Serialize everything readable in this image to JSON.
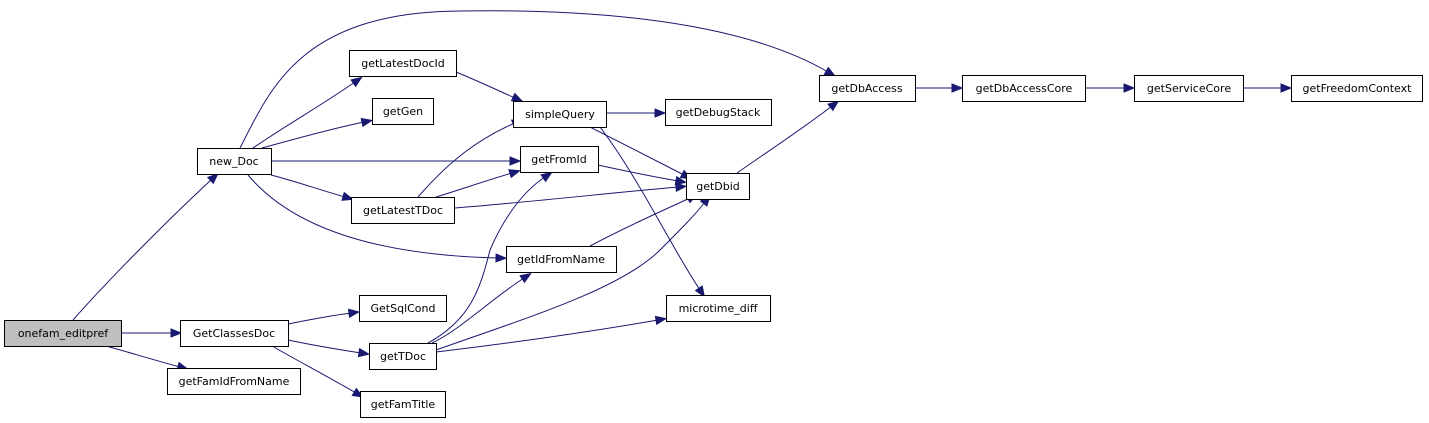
{
  "nodes": {
    "onefam_editpref": "onefam_editpref",
    "new_Doc": "new_Doc",
    "GetClassesDoc": "GetClassesDoc",
    "getFamIdFromName": "getFamIdFromName",
    "getLatestDocId": "getLatestDocId",
    "getGen": "getGen",
    "getFromId": "getFromId",
    "getLatestTDoc": "getLatestTDoc",
    "getIdFromName": "getIdFromName",
    "GetSqlCond": "GetSqlCond",
    "getTDoc": "getTDoc",
    "getFamTitle": "getFamTitle",
    "simpleQuery": "simpleQuery",
    "getDebugStack": "getDebugStack",
    "getDbid": "getDbid",
    "microtime_diff": "microtime_diff",
    "getDbAccess": "getDbAccess",
    "getDbAccessCore": "getDbAccessCore",
    "getServiceCore": "getServiceCore",
    "getFreedomContext": "getFreedomContext"
  },
  "edges": [
    [
      "onefam_editpref",
      "new_Doc"
    ],
    [
      "onefam_editpref",
      "GetClassesDoc"
    ],
    [
      "onefam_editpref",
      "getFamIdFromName"
    ],
    [
      "new_Doc",
      "getDbAccess"
    ],
    [
      "new_Doc",
      "getLatestDocId"
    ],
    [
      "new_Doc",
      "getGen"
    ],
    [
      "new_Doc",
      "getFromId"
    ],
    [
      "new_Doc",
      "getLatestTDoc"
    ],
    [
      "new_Doc",
      "getIdFromName"
    ],
    [
      "getLatestDocId",
      "simpleQuery"
    ],
    [
      "simpleQuery",
      "getDebugStack"
    ],
    [
      "simpleQuery",
      "getDbid"
    ],
    [
      "simpleQuery",
      "microtime_diff"
    ],
    [
      "getLatestTDoc",
      "simpleQuery"
    ],
    [
      "getLatestTDoc",
      "getFromId"
    ],
    [
      "getLatestTDoc",
      "getDbid"
    ],
    [
      "getFromId",
      "getDbid"
    ],
    [
      "getIdFromName",
      "getDbid"
    ],
    [
      "getDbid",
      "getDbAccess"
    ],
    [
      "getDbAccess",
      "getDbAccessCore"
    ],
    [
      "getDbAccessCore",
      "getServiceCore"
    ],
    [
      "getServiceCore",
      "getFreedomContext"
    ],
    [
      "GetClassesDoc",
      "GetSqlCond"
    ],
    [
      "GetClassesDoc",
      "getTDoc"
    ],
    [
      "GetClassesDoc",
      "getFamTitle"
    ],
    [
      "getTDoc",
      "getFromId"
    ],
    [
      "getTDoc",
      "getIdFromName"
    ],
    [
      "getTDoc",
      "getDbid"
    ],
    [
      "getTDoc",
      "microtime_diff"
    ]
  ],
  "colors": {
    "edge": "#191970",
    "node_border": "#000000",
    "node_fill": "#ffffff",
    "root_fill": "#bfbfbf"
  }
}
